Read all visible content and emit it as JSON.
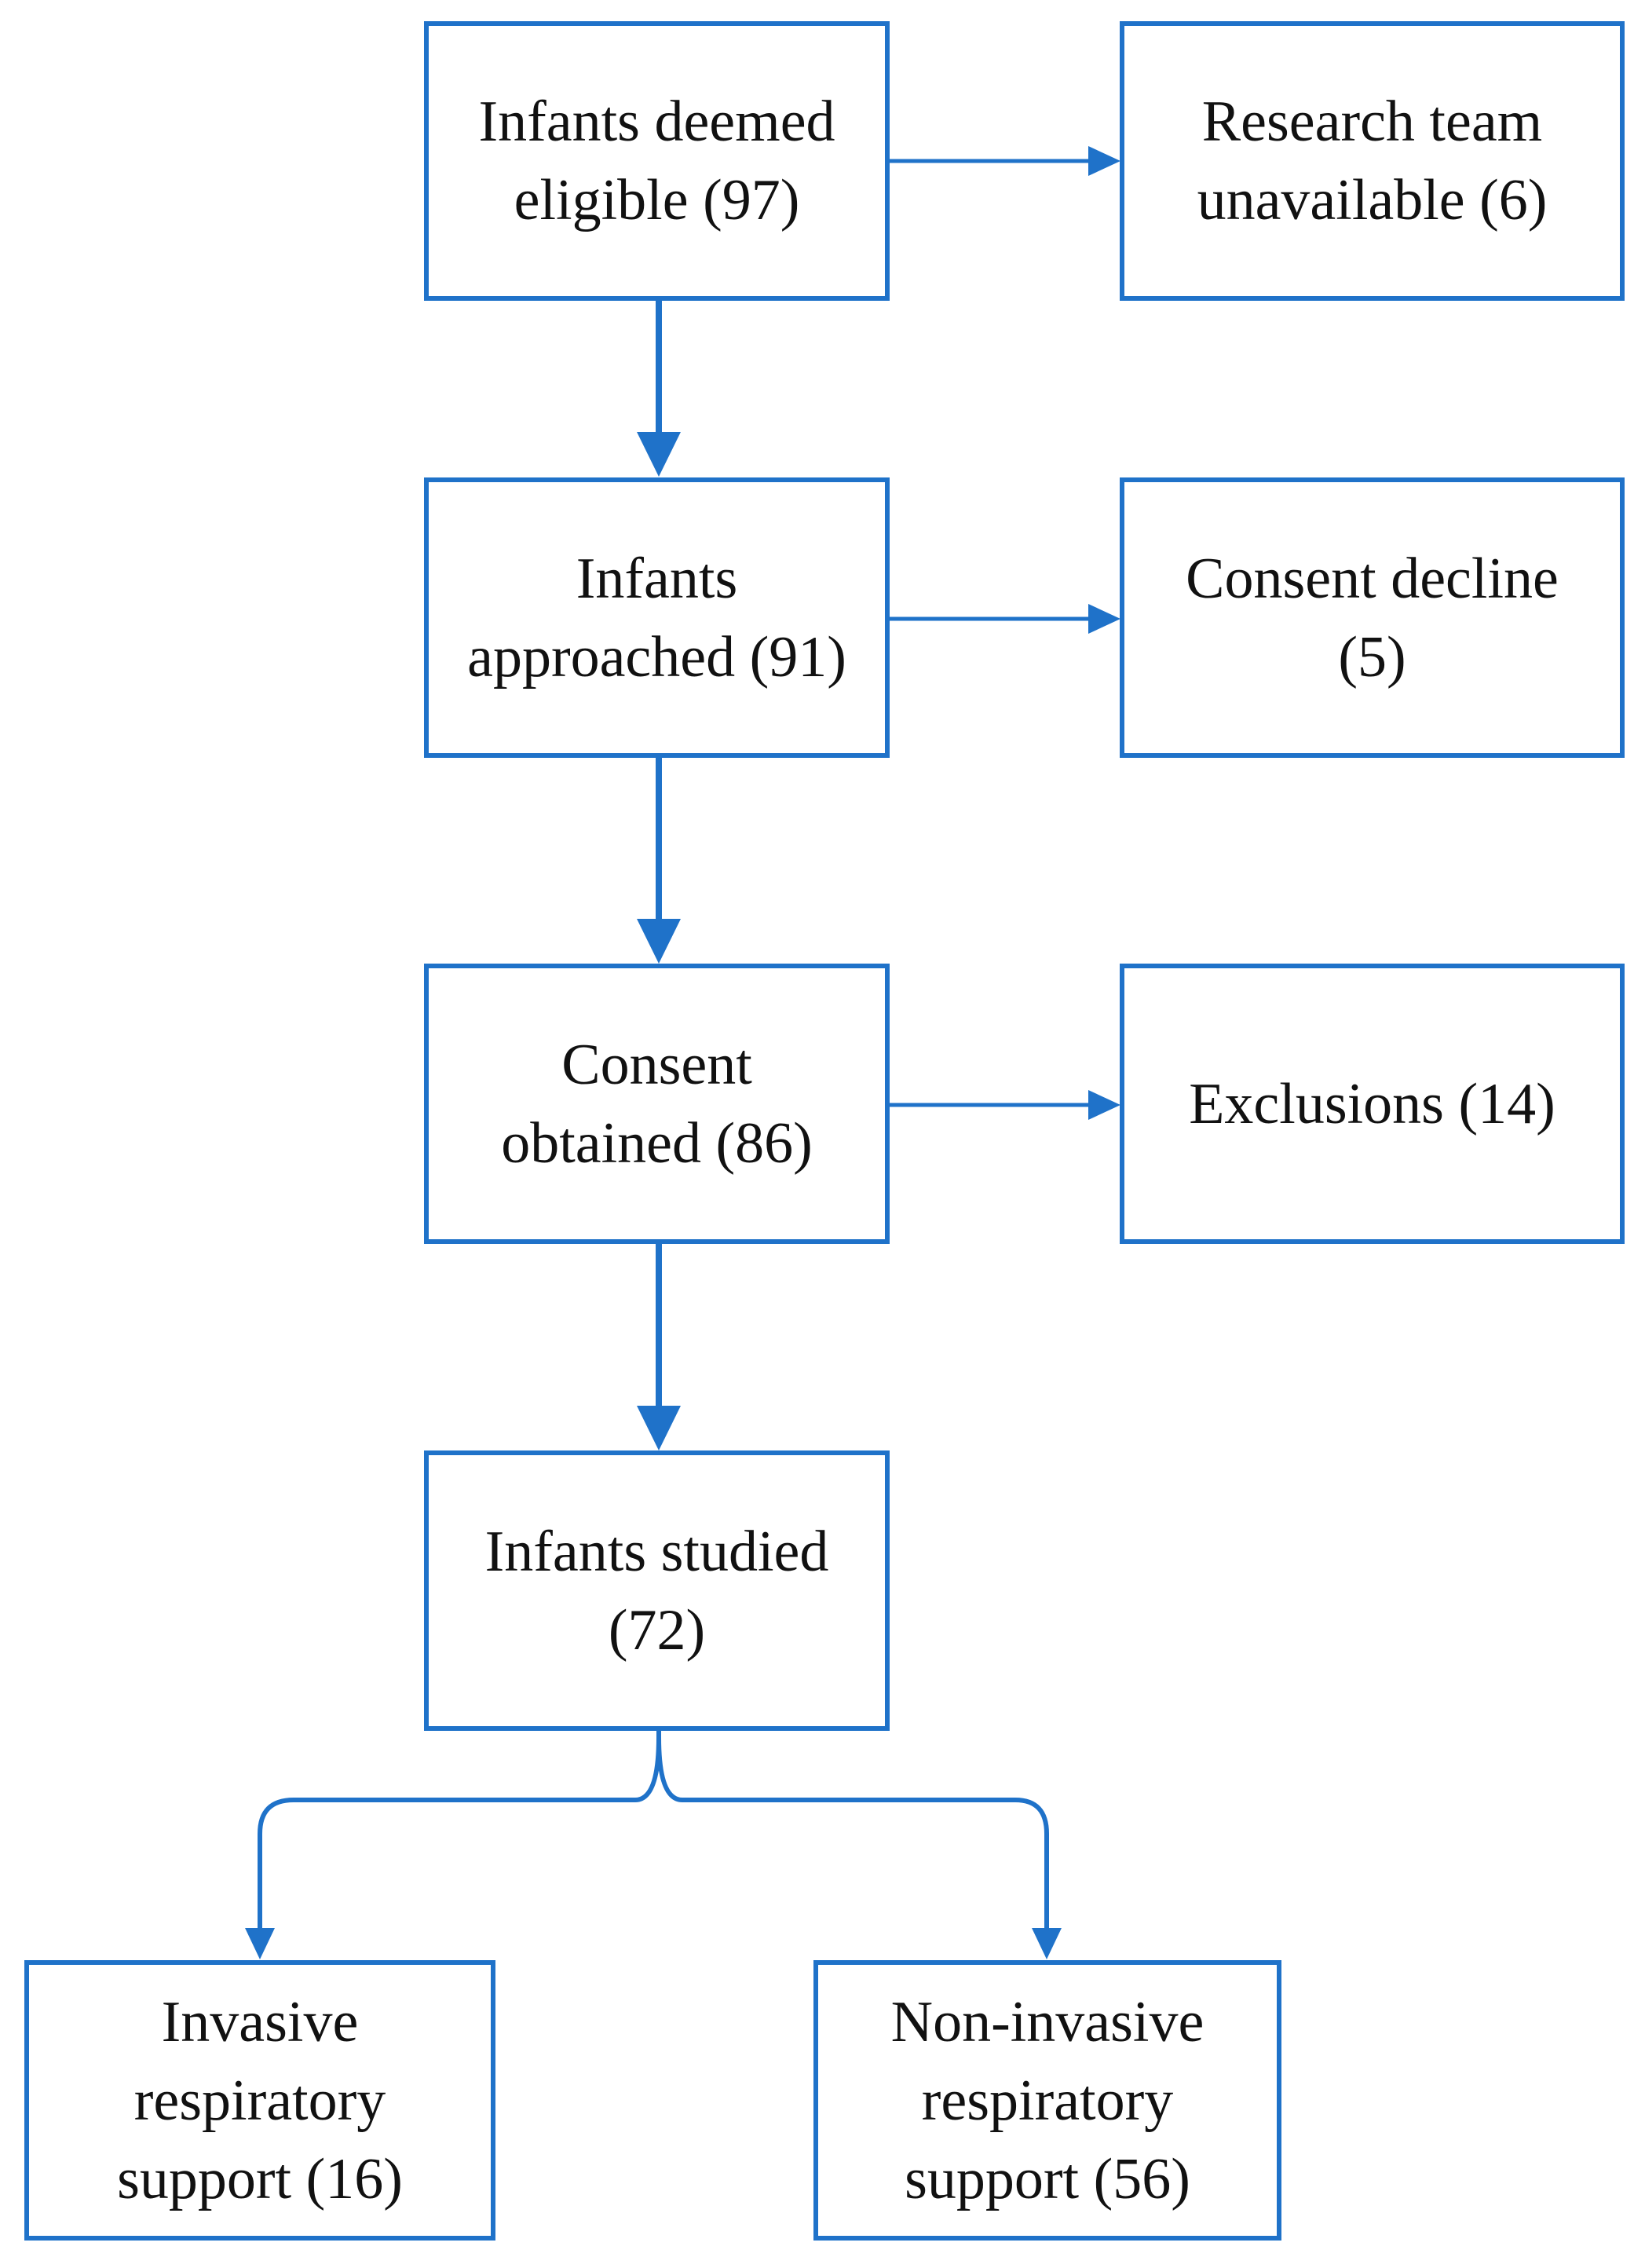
{
  "flowchart": {
    "colors": {
      "line": "#1f72c9",
      "text": "#111111",
      "background": "#ffffff"
    },
    "nodes": {
      "eligible": "Infants deemed\neligible (97)",
      "unavailable": "Research team\nunavailable (6)",
      "approached": "Infants\napproached (91)",
      "declined": "Consent decline\n(5)",
      "obtained": "Consent\nobtained (86)",
      "exclusions": "Exclusions (14)",
      "studied": "Infants studied\n(72)",
      "invasive": "Invasive\nrespiratory\nsupport (16)",
      "noninvasive": "Non-invasive\nrespiratory\nsupport (56)"
    }
  }
}
